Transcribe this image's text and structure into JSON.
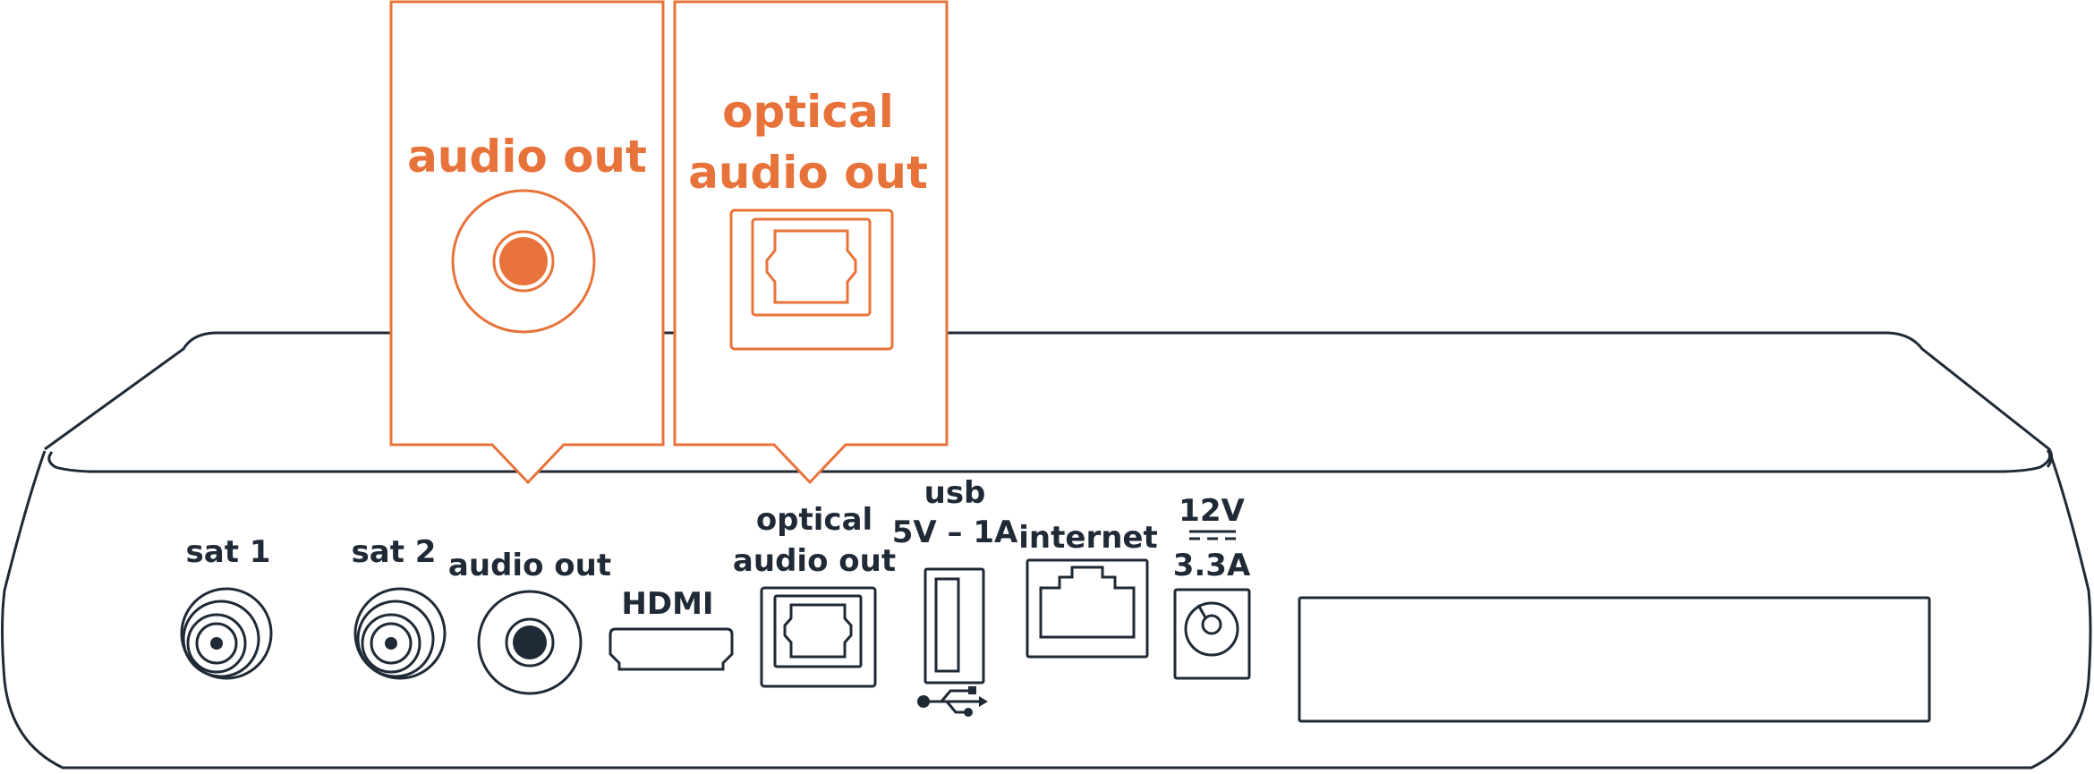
{
  "colors": {
    "accent": "#E8733A",
    "outline": "#1F2A36",
    "background": "#FFFFFF"
  },
  "callouts": [
    {
      "id": "audio-out",
      "lines": [
        "audio out"
      ],
      "icon": "rca-jack-icon"
    },
    {
      "id": "optical",
      "lines": [
        "optical",
        "audio out"
      ],
      "icon": "optical-port-icon"
    }
  ],
  "ports": {
    "sat1": "sat 1",
    "sat2": "sat 2",
    "audio_out": "audio out",
    "hdmi": "HDMI",
    "optical": [
      "optical",
      "audio out"
    ],
    "usb": [
      "usb",
      "5V – 1A"
    ],
    "internet": "internet",
    "power": [
      "12V",
      "3.3A"
    ]
  }
}
